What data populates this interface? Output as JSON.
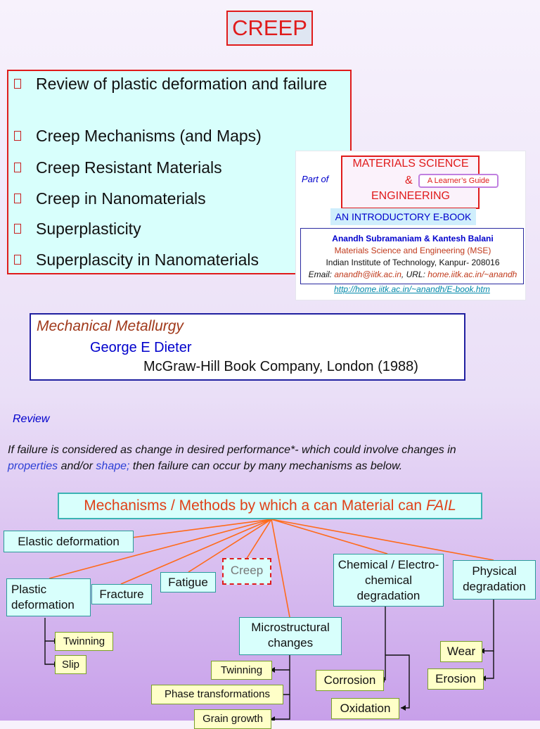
{
  "title": "CREEP",
  "topics": [
    "Review of plastic deformation and failure",
    "Creep Mechanisms (and Maps)",
    "Creep Resistant Materials",
    "Creep in Nanomaterials",
    "Superplasticity",
    "Superplascity in Nanomaterials"
  ],
  "ebook": {
    "part_of": "Part of",
    "line1": "MATERIALS SCIENCE",
    "amp": "&",
    "guide": "A Learner’s Guide",
    "line2": "ENGINEERING",
    "subtitle": "AN INTRODUCTORY E-BOOK",
    "authors": "Anandh Subramaniam & Kantesh Balani",
    "dept": "Materials Science and Engineering (MSE)",
    "institute": "Indian Institute of Technology, Kanpur- 208016",
    "email_label": "Email:",
    "email": "anandh@iitk.ac.in",
    "url_label": "URL:",
    "url": "home.iitk.ac.in/~anandh",
    "link": "http://home.iitk.ac.in/~anandh/E-book.htm"
  },
  "reference": {
    "title": "Mechanical Metallurgy",
    "author": "George E Dieter",
    "publisher": "McGraw-Hill Book Company, London (1988)"
  },
  "review_label": "Review",
  "paragraph": {
    "part1": "If failure is considered as change in desired performance*- which could involve changes in",
    "properties": "properties",
    "andor": " and/or ",
    "shape": "shape;",
    "part2": " then failure can occur by many mechanisms as below."
  },
  "diagram": {
    "title_main": "Mechanisms / Methods by which a can Material can ",
    "title_fail": "FAIL",
    "elastic": "Elastic deformation",
    "plastic": "Plastic deformation",
    "fracture": "Fracture",
    "fatigue": "Fatigue",
    "creep": "Creep",
    "micro": "Microstructural changes",
    "chemical": "Chemical / Electro-chemical degradation",
    "physical": "Physical degradation",
    "twinning1": "Twinning",
    "slip": "Slip",
    "twinning2": "Twinning",
    "phase": "Phase transformations",
    "grain": "Grain growth",
    "corrosion": "Corrosion",
    "oxidation": "Oxidation",
    "wear": "Wear",
    "erosion": "Erosion"
  },
  "colors": {
    "accent_red": "#e01b1b",
    "cyan_fill": "#d8fffc",
    "yellow_fill": "#ffffc8",
    "link_blue": "#0000cc"
  }
}
